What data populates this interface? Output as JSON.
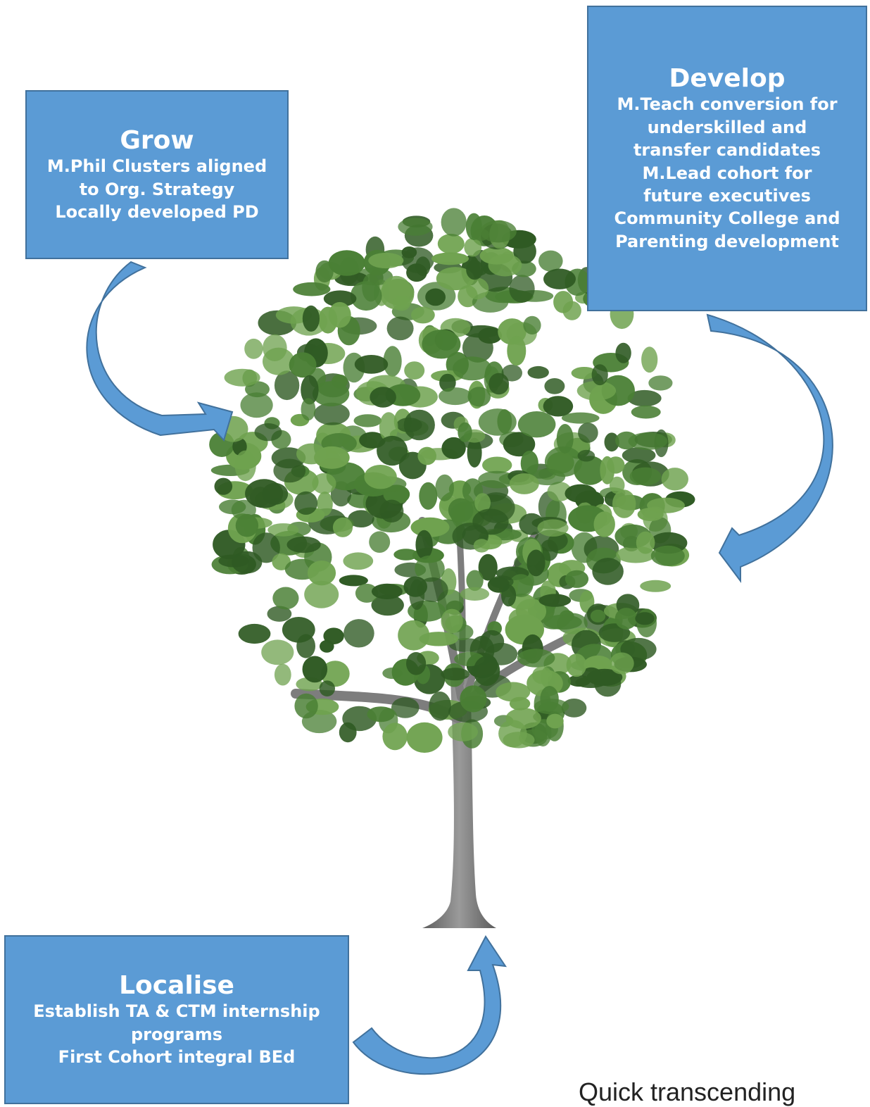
{
  "boxes": {
    "grow": {
      "title": "Grow",
      "lines": [
        "M.Phil Clusters aligned",
        "to Org. Strategy",
        "Locally developed PD"
      ]
    },
    "develop": {
      "title": "Develop",
      "lines": [
        "M.Teach conversion for",
        "underskilled and",
        "transfer candidates",
        "M.Lead cohort for",
        "future executives",
        "Community College and",
        "Parenting development"
      ]
    },
    "localise": {
      "title": "Localise",
      "lines": [
        "Establish TA & CTM internship",
        "programs",
        "First Cohort integral BEd"
      ]
    }
  },
  "footer_text": "Quick transcending",
  "colors": {
    "box_fill": "#5b9bd5",
    "box_border": "#41719c",
    "arrow_fill": "#5b9bd5",
    "leaf_dark": "#2f5a23",
    "leaf_mid": "#4a7f35",
    "leaf_light": "#6fa24f",
    "trunk": "#7a7a7a"
  },
  "icons": [
    "tree-illustration",
    "curved-arrow-icon"
  ]
}
